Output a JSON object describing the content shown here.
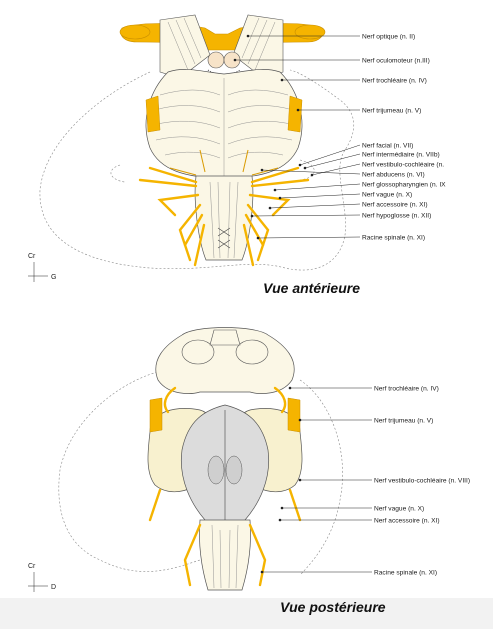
{
  "colors": {
    "nerve": "#f5b400",
    "nerve_dark": "#d99a00",
    "tissue": "#fbf7e6",
    "tissue_dark": "#efe7c4",
    "ventricle": "#dcdcdc",
    "outline": "#555555"
  },
  "anterior": {
    "title": "Vue antérieure",
    "axis_vertical": "Cr",
    "axis_horizontal": "G",
    "labels": [
      "Nerf optique (n. II)",
      "Nerf oculomoteur (n.III)",
      "Nerf trochléaire (n. IV)",
      "Nerf trijumeau (n. V)",
      "Nerf facial (n. VII)",
      "Nerf intermédiaire (n. VIIb)",
      "Nerf vestibulo-cochléaire (n.",
      "Nerf abducens (n. VI)",
      "Nerf glossopharyngien (n. IX",
      "Nerf vague (n. X)",
      "Nerf accessoire (n. XI)",
      "Nerf hypoglosse (n. XII)",
      "Racine spinale (n. XI)"
    ]
  },
  "posterior": {
    "title": "Vue postérieure",
    "axis_vertical": "Cr",
    "axis_horizontal": "D",
    "labels": [
      "Nerf trochléaire (n. IV)",
      "Nerf trijumeau (n. V)",
      "Nerf vestibulo-cochléaire (n. VIII)",
      "Nerf vague (n. X)",
      "Nerf accessoire (n. XI)",
      "Racine spinale (n. XI)"
    ]
  }
}
